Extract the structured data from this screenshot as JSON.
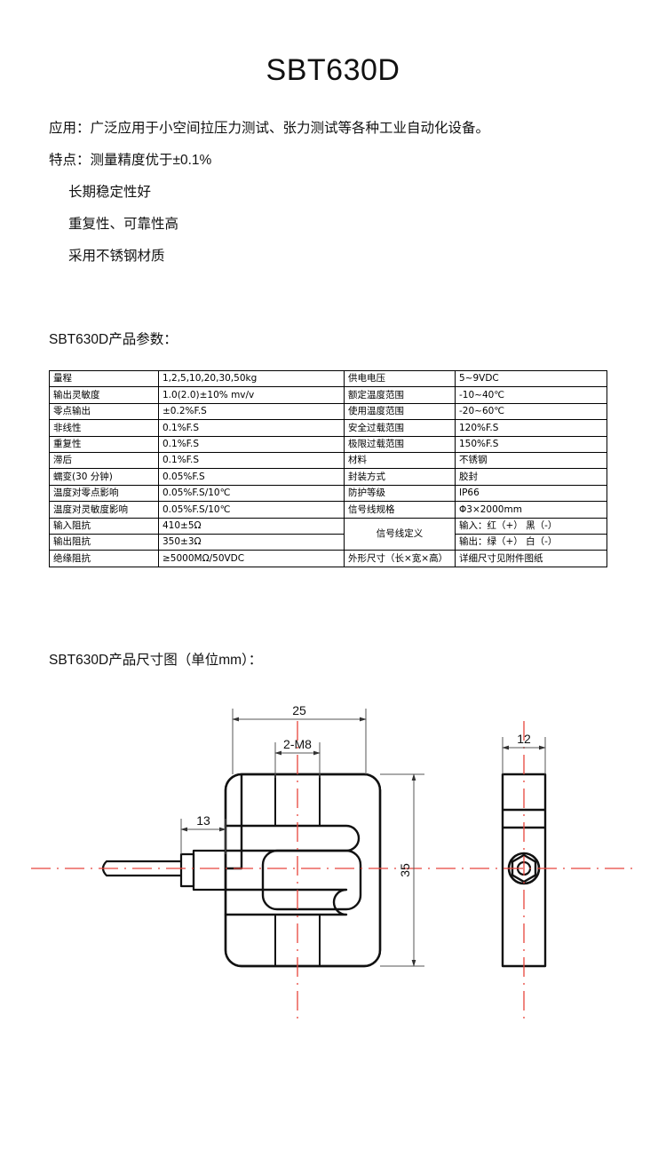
{
  "title": "SBT630D",
  "intro": {
    "application": "应用：广泛应用于小空间拉压力测试、张力测试等各种工业自动化设备。",
    "features_label": "特点：测量精度优于±0.1%",
    "features": [
      "长期稳定性好",
      "重复性、可靠性高",
      "采用不锈钢材质"
    ]
  },
  "headings": {
    "parameters": "SBT630D产品参数：",
    "dimensions": "SBT630D产品尺寸图（单位mm）："
  },
  "spec_table": {
    "rows": [
      {
        "k1": "量程",
        "v1": "1,2,5,10,20,30,50kg",
        "k2": "供电电压",
        "v2": "5~9VDC"
      },
      {
        "k1": "输出灵敏度",
        "v1": "1.0(2.0)±10% mv/v",
        "k2": "额定温度范围",
        "v2": "-10~40℃"
      },
      {
        "k1": "零点输出",
        "v1": "±0.2%F.S",
        "k2": "使用温度范围",
        "v2": "-20~60℃"
      },
      {
        "k1": "非线性",
        "v1": "0.1%F.S",
        "k2": "安全过载范围",
        "v2": "120%F.S"
      },
      {
        "k1": "重复性",
        "v1": "0.1%F.S",
        "k2": "极限过载范围",
        "v2": "150%F.S"
      },
      {
        "k1": "滞后",
        "v1": "0.1%F.S",
        "k2": "材料",
        "v2": "不锈钢"
      },
      {
        "k1": "蠕变(30 分钟)",
        "v1": "0.05%F.S",
        "k2": "封装方式",
        "v2": "胶封"
      },
      {
        "k1": "温度对零点影响",
        "v1": "0.05%F.S/10℃",
        "k2": "防护等级",
        "v2": "IP66"
      },
      {
        "k1": "温度对灵敏度影响",
        "v1": "0.05%F.S/10℃",
        "k2": "信号线规格",
        "v2": "Φ3×2000mm"
      }
    ],
    "merged_label": "信号线定义",
    "row_input_impedance": {
      "k1": "输入阻抗",
      "v1": "410±5Ω",
      "v2": "输入：红（+）  黑（-）"
    },
    "row_output_impedance": {
      "k1": "输出阻抗",
      "v1": "350±3Ω",
      "v2": "输出：绿（+）  白（-）"
    },
    "row_insulation": {
      "k1": "绝缘阻抗",
      "v1": "≥5000MΩ/50VDC",
      "k2": "外形尺寸（长×宽×高）",
      "v2": "详细尺寸见附件图纸"
    }
  },
  "drawing": {
    "dim_width_top": "25",
    "dim_thread": "2-M8",
    "dim_cable": "13",
    "dim_height": "35",
    "dim_side_width": "12",
    "colors": {
      "outline": "#111111",
      "centerline": "#e8453c",
      "dimension": "#555555"
    }
  }
}
